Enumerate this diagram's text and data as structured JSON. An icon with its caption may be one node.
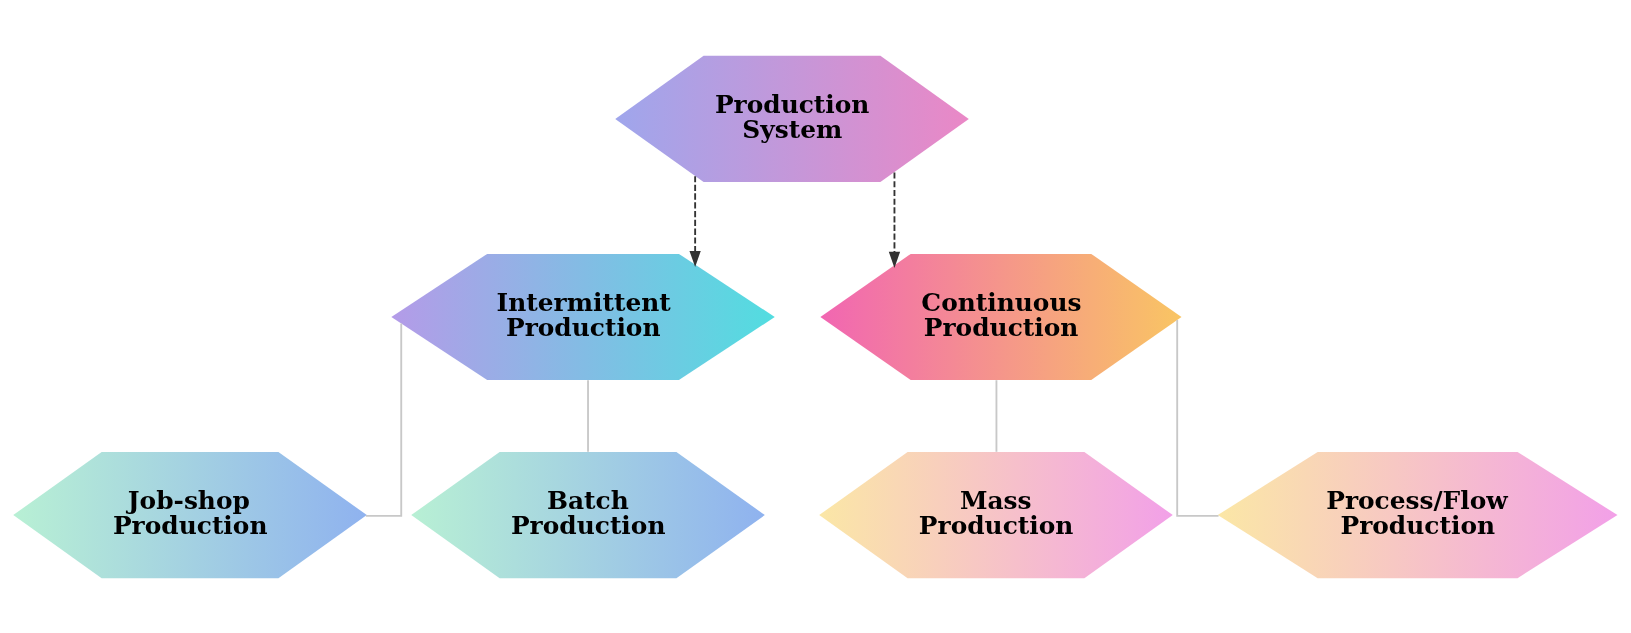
{
  "diagram": {
    "nodes": [
      {
        "text": [
          "Production System"
        ]
      },
      {
        "text": [
          "Intermittent Production"
        ]
      },
      {
        "text": [
          "Continuous Production"
        ]
      },
      {
        "text": [
          "Job-shop Production"
        ]
      },
      {
        "text": [
          "Batch Production"
        ]
      },
      {
        "text": [
          "Mass Production"
        ]
      },
      {
        "text": [
          "Process/Flow Production"
        ]
      }
    ],
    "edges": [
      {
        "from": 0,
        "to": 1,
        "arrow": "to",
        "style": "dashed",
        "color": "#333333"
      },
      {
        "from": 0,
        "to": 2,
        "arrow": "to",
        "style": "dashed",
        "color": "#333333"
      },
      {
        "from": 1,
        "to": 3,
        "arrow": "none"
      },
      {
        "from": 1,
        "to": 4,
        "arrow": "none"
      },
      {
        "from": 2,
        "to": 5,
        "arrow": "none"
      },
      {
        "from": 2,
        "to": 6,
        "arrow": "none"
      }
    ]
  }
}
